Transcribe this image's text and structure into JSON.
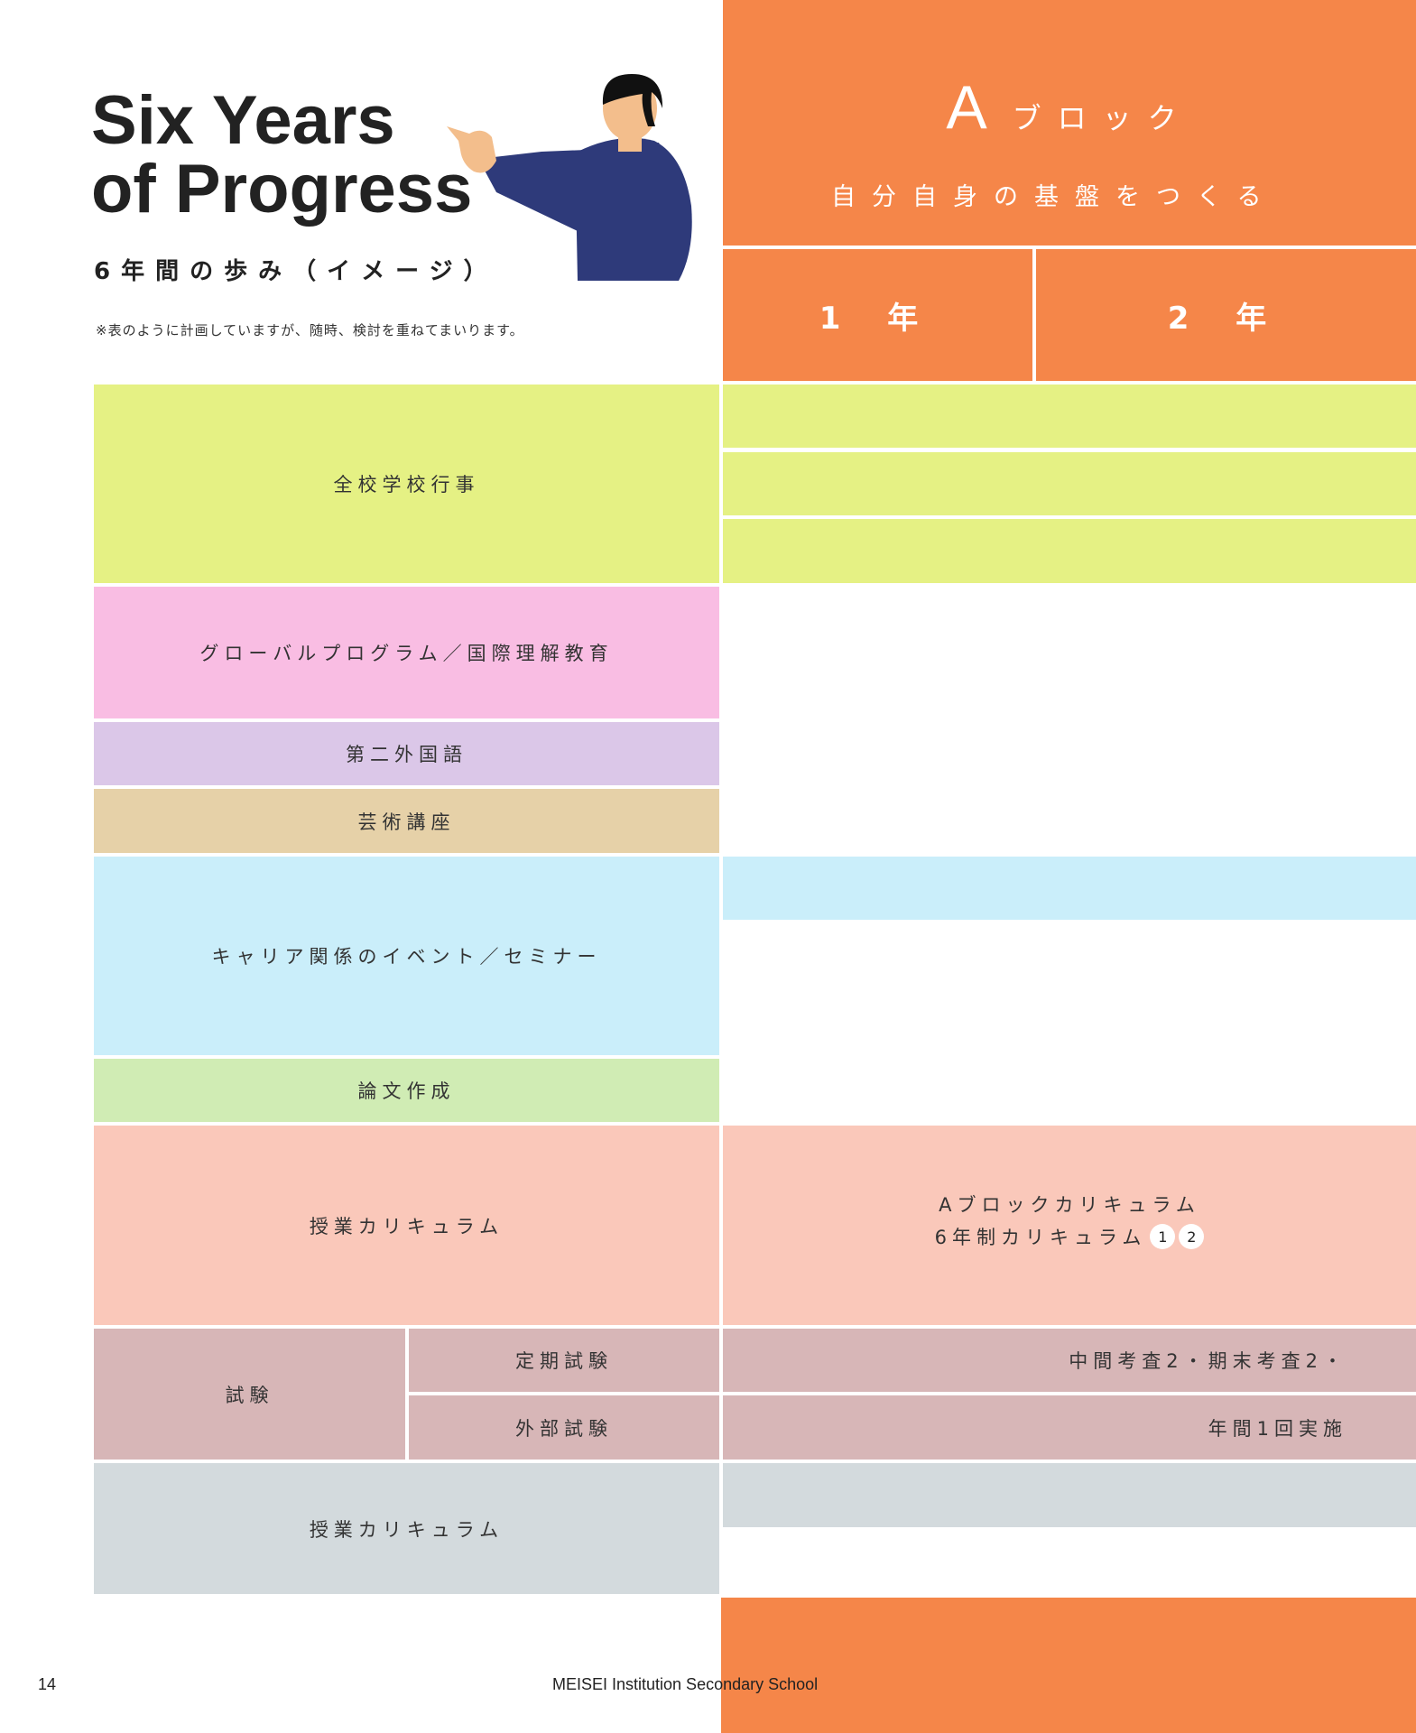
{
  "header": {
    "title_line1": "Six Years",
    "title_line2": "of Progress",
    "subtitle": "6年間の歩み（イメージ）",
    "note": "※表のように計画していますが、随時、検討を重ねてまいります。"
  },
  "block": {
    "letter": "A",
    "word": "ブロック",
    "subtitle": "自分自身の基盤をつくる",
    "years": [
      "1 年",
      "2 年"
    ]
  },
  "rows": {
    "school_events": "全校学校行事",
    "global_program": "グローバルプログラム／国際理解教育",
    "second_language": "第二外国語",
    "arts_course": "芸術講座",
    "career_events": "キャリア関係のイベント／セミナー",
    "thesis": "論文作成",
    "curriculum": "授業カリキュラム",
    "exams": "試験",
    "regular_exams": "定期試験",
    "external_exams": "外部試験",
    "curriculum_2": "授業カリキュラム"
  },
  "content": {
    "curriculum_line1": "Aブロックカリキュラム",
    "curriculum_line2": "6年制カリキュラム",
    "badge1": "1",
    "badge2": "2",
    "regular_exams_text": "中間考査2・期末考査2・",
    "external_exams_text": "年間1回実施"
  },
  "footer": {
    "page_number": "14",
    "school_name": "MEISEI Institution Secondary School"
  },
  "colors": {
    "orange": "#f58649",
    "lime": "#e5f184",
    "pink": "#f9bde3",
    "lavender": "#dbc7e8",
    "tan": "#e6d1a8",
    "sky": "#caeefa",
    "mint": "#d0ecb4",
    "salmon": "#fac8ba",
    "mauve": "#d7b6b7",
    "gray": "#d3dadd"
  }
}
